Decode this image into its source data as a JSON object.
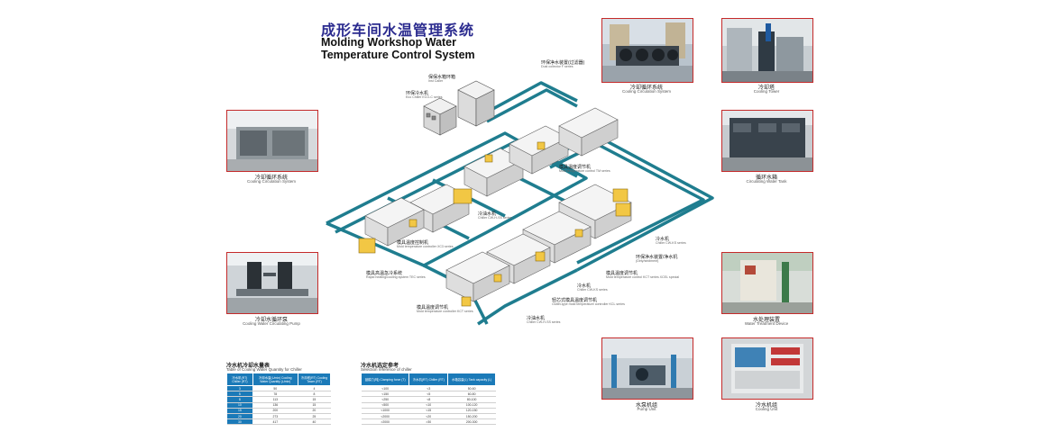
{
  "header": {
    "title_cn": "成形车间水温管理系统",
    "title_en": "Molding Workshop Water Temperature Control System"
  },
  "photos": {
    "top_center": {
      "cn": "冷却循环系统",
      "en": "Cooling Circulation System"
    },
    "top_right": {
      "cn": "冷却塔",
      "en": "Cooling Tower"
    },
    "left_top": {
      "cn": "冷却循环系统",
      "en": "Cooling Circulation System"
    },
    "right_mid": {
      "cn": "循环水箱",
      "en": "Circulating Water Tank"
    },
    "left_bottom": {
      "cn": "冷却水循环泵",
      "en": "Cooling Water Circulating Pump"
    },
    "right_lower": {
      "cn": "水处理装置",
      "en": "Water Treatment Device"
    },
    "bottom_center": {
      "cn": "水泵机组",
      "en": "Pump Unit"
    },
    "bottom_right": {
      "cn": "冷水机组",
      "en": "Cooling Unit"
    }
  },
  "diagram_labels": {
    "water_tank": {
      "cn": "保保水箱环箱",
      "en": "Inst Caller"
    },
    "eco_water": {
      "cn": "环保冷水机",
      "en": "Eco Chiller  ECO-C series"
    },
    "purifier_top": {
      "cn": "环保净水装置(过滤器)",
      "en": "Dust collector  F series"
    },
    "mold_temp_top": {
      "cn": "模具温度调节机",
      "en": "Mold temperature control  TM series"
    },
    "chiller_mid": {
      "cn": "冷油水机",
      "en": "Chiller  CW-H-SS series"
    },
    "high_temp": {
      "cn": "模具温度控制机",
      "en": "Mold temperature controller  XC3 series"
    },
    "rapid_cool": {
      "cn": "模具高温急冷系统",
      "en": "Rapid heating/cooling system  TEC series"
    },
    "chiller_right": {
      "cn": "冷水机",
      "en": "Chiller  CW-KS series"
    },
    "purifier_right": {
      "cn": "环保净水装置/净水机",
      "en": "(Dirty/sediment)"
    },
    "mold_temp_right": {
      "cn": "模具温度调节机",
      "en": "Mold temperature control  KCT series  XCEL special"
    },
    "chiller_r2": {
      "cn": "冷水机",
      "en": "Chiller  CW-KS series"
    },
    "oil_mold": {
      "cn": "轻芯式模具温度调节机",
      "en": "Outlet-type mold temperature controller  KCL series"
    },
    "mold_temp_bottom": {
      "cn": "模具温度调节机",
      "en": "Mold temperature controller  KCT series"
    },
    "chiller_bottom": {
      "cn": "冷油水机",
      "en": "Chiller  CW-H-SS series"
    }
  },
  "table1": {
    "title_cn": "冷水机冷却水量表",
    "title_en": "Table of Cooling Water Quantity for Chiller",
    "headers": [
      "冷水机(RT) Chiller (RT)",
      "冷却水量(L/min) Cooling Water Quantity (L/min)",
      "冷却塔(RT) Cooling Tower (RT)"
    ],
    "rows": [
      [
        "3",
        "50",
        "4"
      ],
      [
        "5",
        "78",
        "8"
      ],
      [
        "8",
        "113",
        "15"
      ],
      [
        "10",
        "136",
        "15"
      ],
      [
        "15",
        "200",
        "20"
      ],
      [
        "20",
        "273",
        "25"
      ],
      [
        "30",
        "417",
        "40"
      ]
    ]
  },
  "table2": {
    "title_cn": "冷水机选定参考",
    "title_en": "Selection reference of chiller",
    "headers": [
      "锁模力(吨) Clamping force (T)",
      "冷水机(RT) Chiller (RT)",
      "水箱容量(L) Tank capacity (L)"
    ],
    "rows": [
      [
        "<100",
        "<3",
        "50-60"
      ],
      [
        "<150",
        "<5",
        "60-80"
      ],
      [
        "<250",
        "<8",
        "80-100"
      ],
      [
        "<500",
        "<10",
        "100-120"
      ],
      [
        "<1000",
        "<15",
        "120-150"
      ],
      [
        "<2000",
        "<20",
        "150-200"
      ],
      [
        ">2000",
        ">30",
        "200-300"
      ]
    ]
  }
}
